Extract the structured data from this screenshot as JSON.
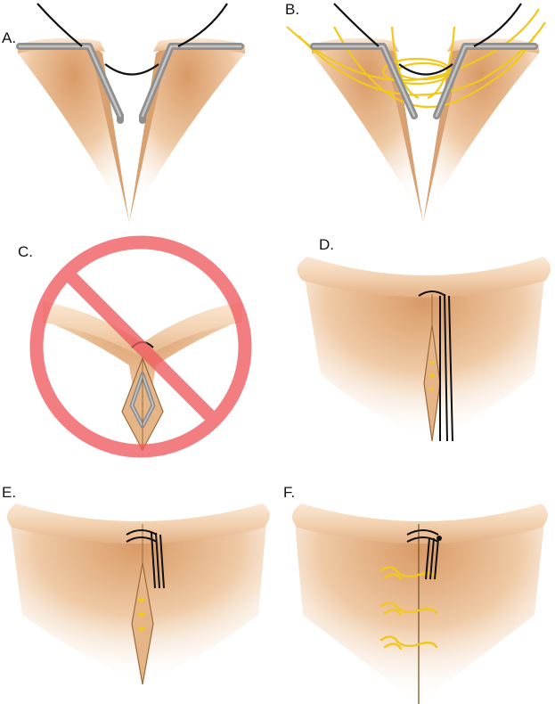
{
  "panels": [
    {
      "label": "A."
    },
    {
      "label": "B."
    },
    {
      "label": "C."
    },
    {
      "label": "D."
    },
    {
      "label": "E."
    },
    {
      "label": "F."
    }
  ],
  "colors": {
    "skin_light": "#f4dcc4",
    "skin_mid": "#e8b98e",
    "skin_dark": "#c98d5a",
    "wound_fill": "#e6b587",
    "wound_edge": "#9c6a3a",
    "suture_gray": "#8f8f8f",
    "suture_gray_light": "#c4c4c4",
    "suture_black": "#111111",
    "suture_yellow": "#f2c81c",
    "prohibit_red": "#f05a5f"
  },
  "icons": [
    "prohibited-sign-icon",
    "knot-icon"
  ]
}
